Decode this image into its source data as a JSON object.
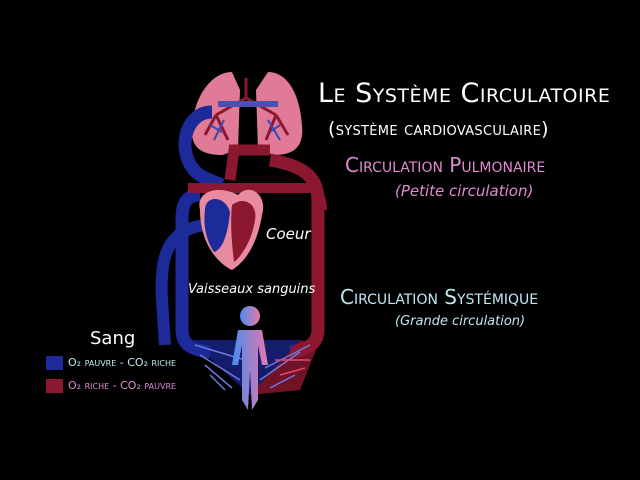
{
  "title": "Le Système Circulatoire",
  "subtitle": "(système cardiovasculaire)",
  "pulmonary": {
    "label": "Circulation Pulmonaire",
    "sub": "(Petite circulation)"
  },
  "systemic": {
    "label": "Circulation Systémique",
    "sub": "(Grande circulation)"
  },
  "labels": {
    "heart": "Coeur",
    "vessels": "Vaisseaux sanguins"
  },
  "legend": {
    "title": "Sang",
    "items": [
      {
        "text": "O₂ pauvre - CO₂ riche",
        "color": "#1c2a9a"
      },
      {
        "text": "O₂ riche - CO₂ pauvre",
        "color": "#8c1830"
      }
    ]
  },
  "colors": {
    "pulmonary_text": "#e08ad0",
    "systemic_text": "#bfe8f2",
    "blue_vessel": "#1c2a9a",
    "red_vessel": "#8c1830",
    "lung": "#e07a96",
    "heart_pink": "#e88aa0"
  }
}
